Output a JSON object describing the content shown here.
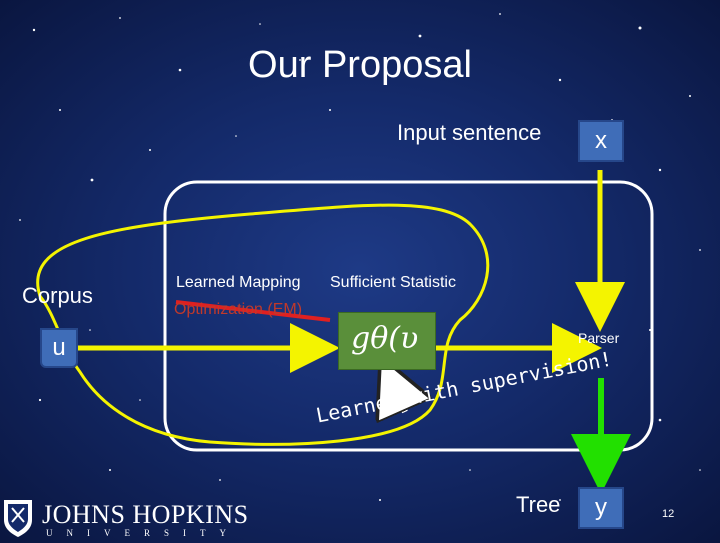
{
  "slide": {
    "title": "Our Proposal",
    "input_sentence_label": "Input sentence",
    "x_var": "x",
    "corpus_label": "Corpus",
    "u_var": "u",
    "learned_mapping_label": "Learned Mapping",
    "sufficient_statistic_label": "Sufficient Statistic",
    "optimization_label": "Optimization (EM)",
    "g_theta_label": "gθ(υ",
    "parser_label": "Parser",
    "supervision_label": "Learned with supervision!",
    "tree_label": "Tree",
    "y_var": "y",
    "slide_number": "12",
    "logo_name": "JOHNS HOPKINS",
    "logo_sub": "UNIVERSITY"
  },
  "colors": {
    "arrow_yellow": "#f4f400",
    "arrow_green": "#22e000",
    "box_blue": "#3f6db8",
    "box_green": "#5a8f3a",
    "strike_red": "#e02020"
  }
}
